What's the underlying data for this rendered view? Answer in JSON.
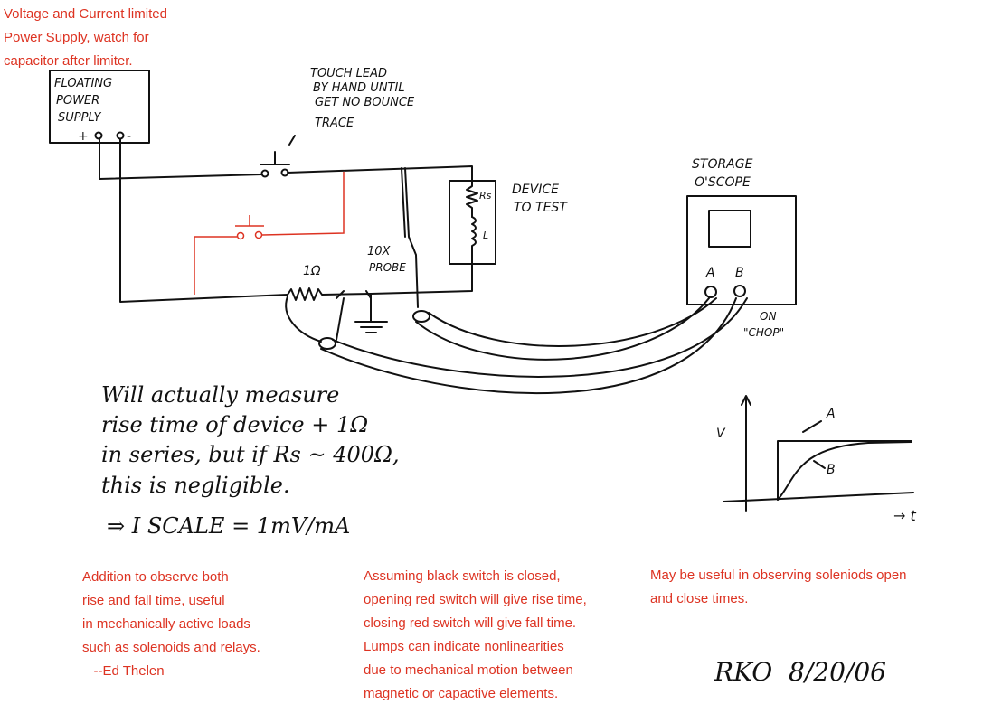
{
  "notes": {
    "top": [
      "Voltage and Current limited",
      "Power Supply, watch for",
      "capacitor after limiter."
    ],
    "bottom_left": [
      "Addition to observe both",
      "rise and fall time, useful",
      "in mechanically active loads",
      "such as solenoids and relays.",
      "   --Ed Thelen"
    ],
    "bottom_middle": [
      "Assuming black switch is closed,",
      "opening red switch will give rise time,",
      "closing red switch will give fall time.",
      "Lumps can indicate nonlinearities",
      "due to mechanical motion between",
      "magnetic or capactive elements."
    ],
    "bottom_right": [
      "May be useful in observing soleniods open",
      "and close times."
    ]
  },
  "handwritten": {
    "power_supply": [
      "FLOATING",
      "POWER",
      "SUPPLY"
    ],
    "plus": "+",
    "minus": "-",
    "touch_lead": [
      "TOUCH LEAD",
      "BY HAND UNTIL",
      "GET NO BOUNCE",
      "TRACE"
    ],
    "device": [
      "DEVICE",
      "TO TEST"
    ],
    "rs": "Rs",
    "l": "L",
    "scope": [
      "STORAGE",
      "O'SCOPE"
    ],
    "a": "A",
    "b": "B",
    "chop": [
      "ON",
      "\"CHOP\""
    ],
    "probe": [
      "10X",
      "PROBE"
    ],
    "one_ohm": "1Ω",
    "measure": [
      "Will actually measure",
      "rise time of device + 1Ω",
      "in series, but if Rs ~ 400Ω,",
      "this is negligible.",
      "⇒ I SCALE = 1mV/mA"
    ],
    "graph_v": "V",
    "graph_t": "→ t",
    "graph_a": "A",
    "graph_b": "B",
    "signature": "RKO  8/20/06"
  },
  "colors": {
    "note_red": "#dd3322",
    "ink": "#111111"
  }
}
